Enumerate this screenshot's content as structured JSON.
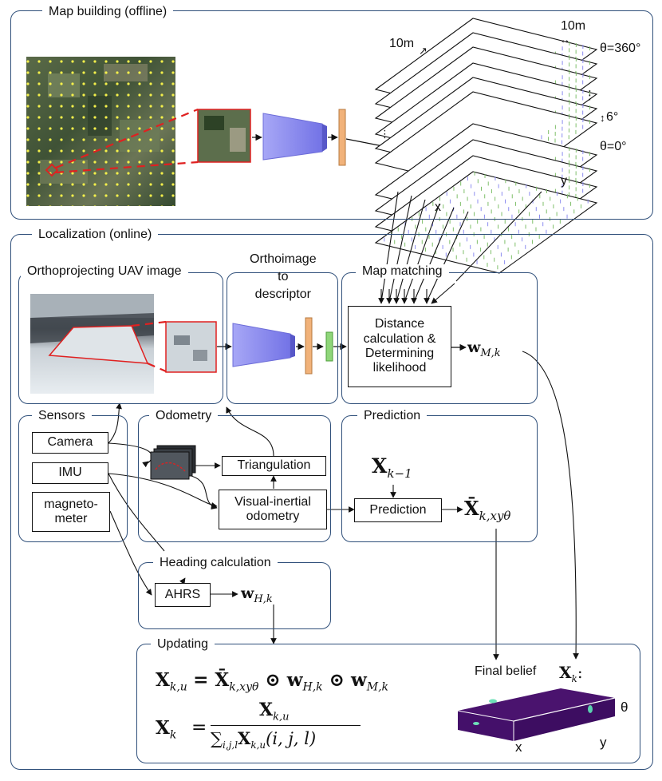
{
  "panels": {
    "map_building": "Map building (offline)",
    "localization": "Localization (online)",
    "orthoprojecting": "Orthoprojecting UAV image",
    "ortho_to_desc": "Orthoimage\nto\ndescriptor",
    "map_matching": "Map matching",
    "sensors": "Sensors",
    "odometry": "Odometry",
    "prediction": "Prediction",
    "heading": "Heading calculation",
    "updating": "Updating"
  },
  "map_building": {
    "scale_left": "10m",
    "scale_right": "10m",
    "theta_top": "θ=360°",
    "theta_step": "6°",
    "theta_bottom": "θ=0°",
    "axis_x": "x",
    "axis_y": "y",
    "dots": "⋮"
  },
  "boxes": {
    "distance": "Distance calculation & Determining likelihood",
    "camera": "Camera",
    "imu": "IMU",
    "magnetometer": "magneto-\nmeter",
    "triangulation": "Triangulation",
    "vio": "Visual-inertial odometry",
    "prediction": "Prediction",
    "ahrs": "AHRS"
  },
  "math": {
    "w_m": "w",
    "w_m_sub": "M,k",
    "x_prev": "X",
    "x_prev_sub": "k−1",
    "x_bar": "X̄",
    "x_bar_sub": "k,xyθ",
    "w_h": "w",
    "w_h_sub": "H,k",
    "eq1": "X",
    "eq1_sub": "k,u",
    "eq1_rhs": "= X̄",
    "eq1_rhs_sub": "k,xyθ",
    "eq1_odot1": " ⊙ w",
    "eq1_w_h_sub": "H,k",
    "eq1_odot2": " ⊙ w",
    "eq1_w_m_sub": "M,k",
    "eq2_lhs": "X",
    "eq2_lhs_sub": "k",
    "eq2_eq": "=",
    "eq2_num": "X",
    "eq2_num_sub": "k,u",
    "eq2_den_sum": "∑",
    "eq2_den_sum_sub": "i,j,l",
    "eq2_den": "X",
    "eq2_den_sub": "k,u",
    "eq2_den_args": "(i, j, l)"
  },
  "final_belief": {
    "label": "Final belief",
    "symbol": "X",
    "symbol_sub": "k",
    "colon": ":",
    "axis_theta": "θ",
    "axis_x": "x",
    "axis_y": "y"
  },
  "colors": {
    "panel_border": "#2f4f7a",
    "red": "#e02020",
    "cnn_blue": "#8c8cf0",
    "descriptor_orange": "#f1b27a",
    "descriptor_green": "#8fd67a",
    "belief_purple": "#4a136e"
  }
}
